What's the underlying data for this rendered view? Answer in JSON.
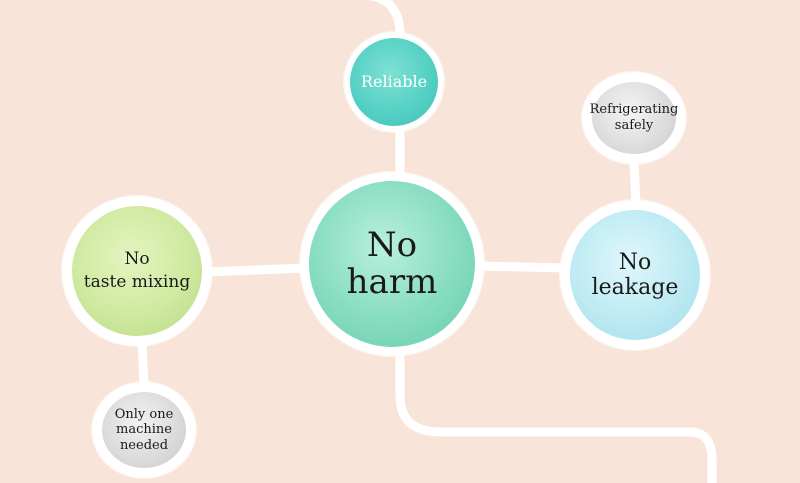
{
  "nodes": {
    "reliable": "Reliable",
    "refrigerating": [
      "Refrigerating",
      "safely"
    ],
    "center": [
      "No",
      "harm"
    ],
    "left": [
      "No",
      "taste mixing"
    ],
    "right": [
      "No",
      "leakage"
    ],
    "bottom": [
      "Only one",
      "machine",
      "needed"
    ]
  },
  "colors": {
    "background": "#f8e4d8",
    "connector": "#ffffff",
    "teal": "#52cfc3",
    "mint": "#86dcc0",
    "green": "#cfe9a0",
    "blue": "#bdeaf3",
    "grey": "#dadada"
  }
}
